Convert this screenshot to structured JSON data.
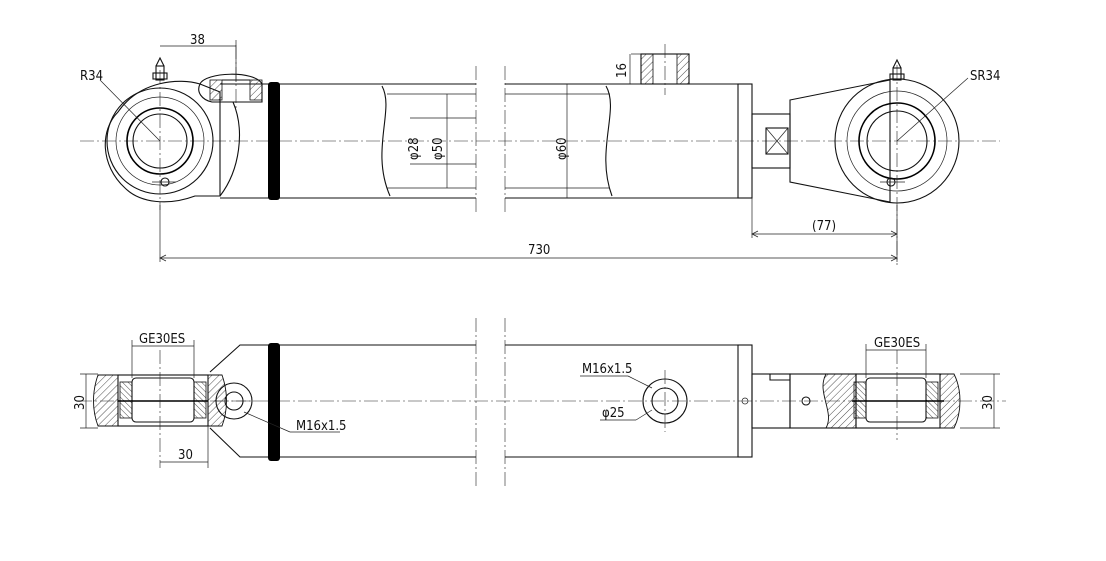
{
  "title": "",
  "top_view": {
    "dims": {
      "pin_offset": "38",
      "left_radius": "R34",
      "port_size": "16",
      "rod_dia": "φ28",
      "bore_dia": "φ50",
      "tube_dia": "φ60",
      "right_radius": "SR34",
      "rod_eye_len": "(77)",
      "total_len": "730"
    }
  },
  "bottom_view": {
    "dims": {
      "left_bearing": "GE30ES",
      "left_width": "30",
      "left_base": "30",
      "left_port": "M16x1.5",
      "right_port": "M16x1.5",
      "right_port_dia": "φ25",
      "right_bearing": "GE30ES",
      "right_width": "30"
    }
  },
  "colors": {
    "line": "#111111",
    "background": "#ffffff"
  }
}
